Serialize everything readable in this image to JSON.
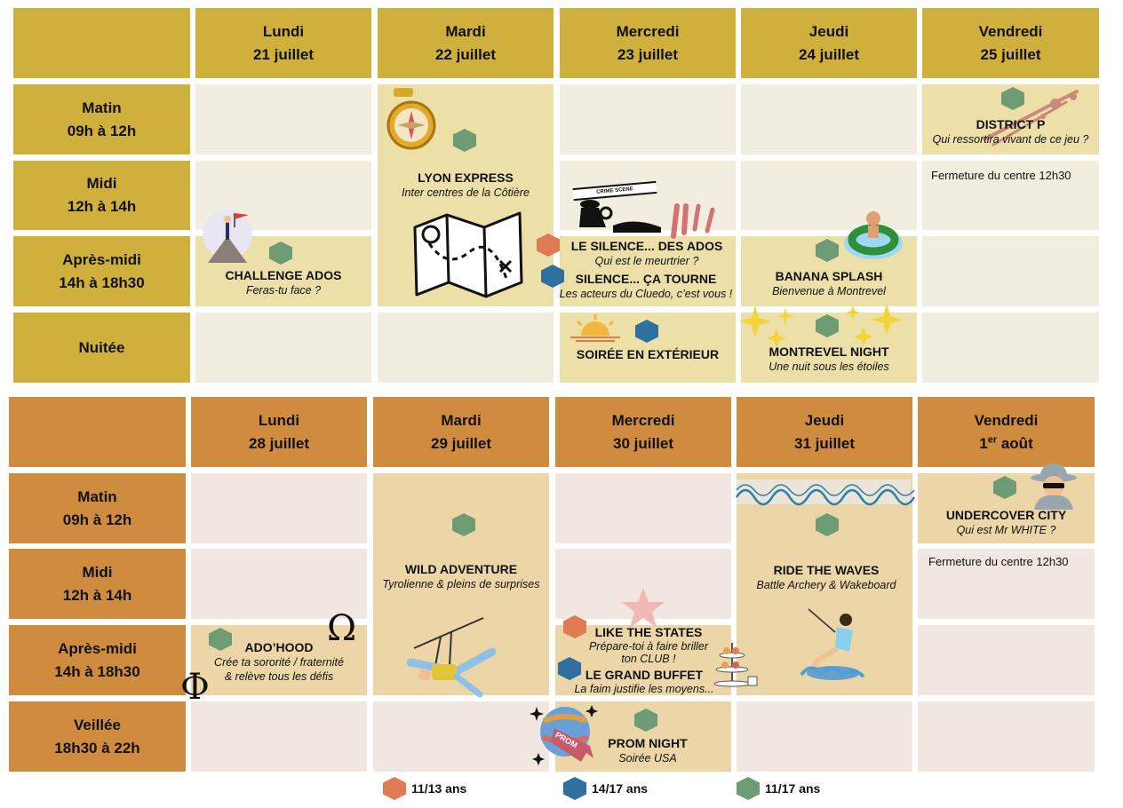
{
  "week1": {
    "days": [
      {
        "name": "Lundi",
        "date": "21 juillet"
      },
      {
        "name": "Mardi",
        "date": "22 juillet"
      },
      {
        "name": "Mercredi",
        "date": "23 juillet"
      },
      {
        "name": "Jeudi",
        "date": "24 juillet"
      },
      {
        "name": "Vendredi",
        "date": "25 juillet"
      }
    ],
    "slots": [
      {
        "name": "Matin",
        "time": "09h à 12h"
      },
      {
        "name": "Midi",
        "time": "12h à 14h"
      },
      {
        "name": "Après-midi",
        "time": "14h à 18h30"
      },
      {
        "name": "Nuitée",
        "time": ""
      }
    ],
    "events": {
      "lyon": {
        "title": "LYON EXPRESS",
        "subtitle": "Inter centres de la Côtière"
      },
      "challenge": {
        "title": "CHALLENGE ADOS",
        "subtitle": "Feras-tu face ?"
      },
      "silence_ados": {
        "title": "LE SILENCE... DES ADOS",
        "subtitle": "Qui est le meurtrier ?"
      },
      "silence_tourne": {
        "title": "SILENCE... ÇA TOURNE",
        "subtitle": "Les acteurs du Cluedo, c’est vous !"
      },
      "soiree": {
        "title": "SOIRÉE EN EXTÉRIEUR",
        "subtitle": ""
      },
      "banana": {
        "title": "BANANA SPLASH",
        "subtitle": "Bienvenue à Montrevel"
      },
      "montrevel": {
        "title": "MONTREVEL NIGHT",
        "subtitle": "Une nuit sous les étoiles"
      },
      "district": {
        "title": "DISTRICT P",
        "subtitle": "Qui ressortira vivant de ce jeu ?"
      },
      "closure": "Fermeture du centre 12h30",
      "crime_tape": "CRIME SCENE"
    }
  },
  "week2": {
    "days": [
      {
        "name": "Lundi",
        "date": "28 juillet"
      },
      {
        "name": "Mardi",
        "date": "29 juillet"
      },
      {
        "name": "Mercredi",
        "date": "30 juillet"
      },
      {
        "name": "Jeudi",
        "date": "31 juillet"
      },
      {
        "name": "Vendredi",
        "date_prefix": "1",
        "date_sup": "er",
        "date_suffix": " août"
      }
    ],
    "slots": [
      {
        "name": "Matin",
        "time": "09h à 12h"
      },
      {
        "name": "Midi",
        "time": "12h à 14h"
      },
      {
        "name": "Après-midi",
        "time": "14h à 18h30"
      },
      {
        "name": "Veillée",
        "time": "18h30 à 22h"
      }
    ],
    "events": {
      "wild": {
        "title": "WILD ADVENTURE",
        "subtitle": "Tyrolienne & pleins de surprises"
      },
      "ride": {
        "title": "RIDE THE WAVES",
        "subtitle": "Battle Archery & Wakeboard"
      },
      "undercover": {
        "title": "UNDERCOVER CITY",
        "subtitle": "Qui est Mr WHITE ?"
      },
      "adohood": {
        "title": "ADO’HOOD",
        "subtitle1": "Crée ta sororité / fraternité",
        "subtitle2": "& relève tous les défis"
      },
      "likestates": {
        "title": "LIKE THE STATES",
        "subtitle1": "Prépare-toi à faire briller",
        "subtitle2": "ton CLUB !"
      },
      "buffet": {
        "title": "LE GRAND BUFFET",
        "subtitle": "La faim justifie les moyens..."
      },
      "prom": {
        "title": "PROM NIGHT",
        "subtitle": "Soirée USA",
        "badge": "PROM"
      },
      "closure": "Fermeture du centre 12h30",
      "omega": "Ω",
      "phi": "Φ"
    }
  },
  "legend": [
    {
      "label": "11/13 ans",
      "color": "#e07a54"
    },
    {
      "label": "14/17 ans",
      "color": "#2e70a0"
    },
    {
      "label": "11/17 ans",
      "color": "#6c9b74"
    }
  ]
}
